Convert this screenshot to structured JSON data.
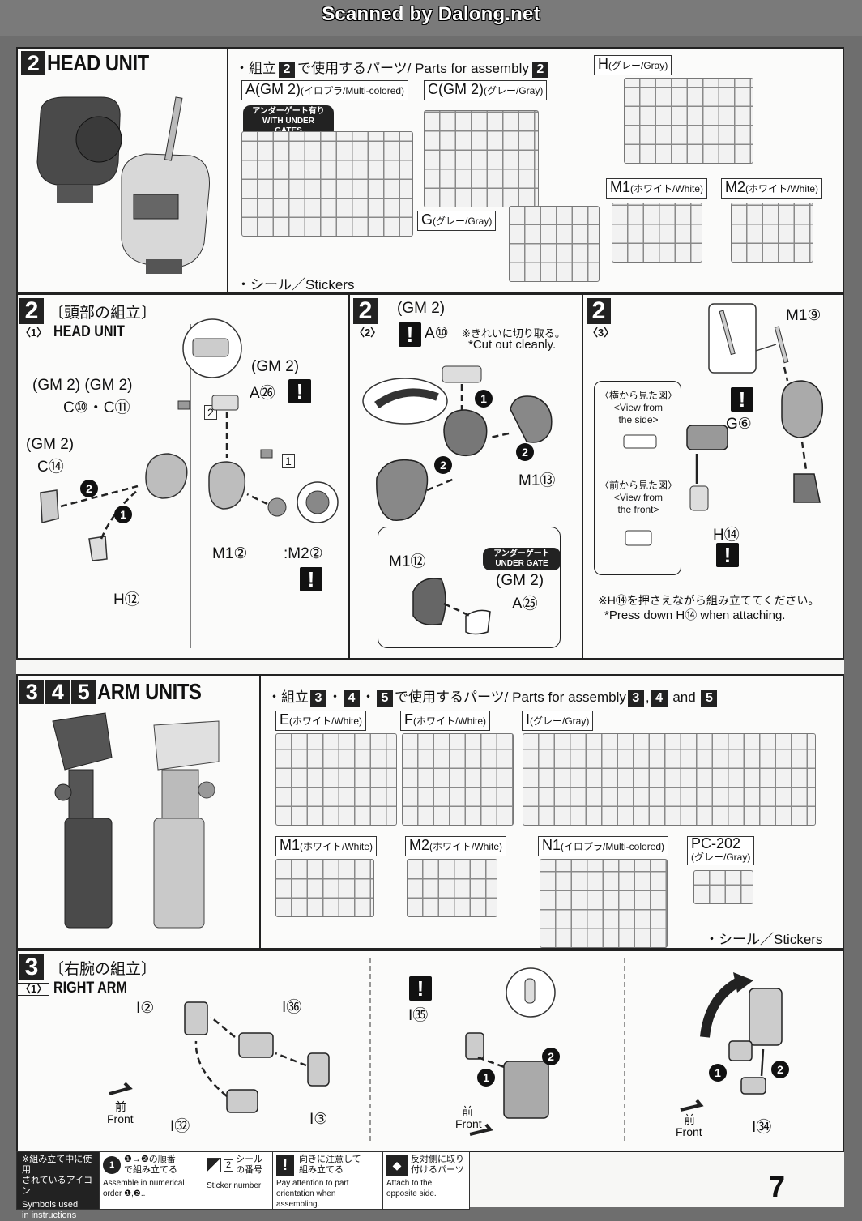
{
  "scan_credit": "Scanned by Dalong.net",
  "head_unit": {
    "number": "2",
    "title": "HEAD UNIT",
    "parts_header": "・組立",
    "parts_header_tail": "で使用するパーツ/ Parts for assembly",
    "runners": [
      {
        "code": "A(GM 2)",
        "sub": "(イロプラ/Multi-colored)"
      },
      {
        "code": "C(GM 2)",
        "sub": "(グレー/Gray)"
      },
      {
        "code": "H",
        "sub": "(グレー/Gray)"
      },
      {
        "code": "M1",
        "sub": "(ホワイト/White)"
      },
      {
        "code": "M2",
        "sub": "(ホワイト/White)"
      },
      {
        "code": "G",
        "sub": "(グレー/Gray)"
      }
    ],
    "under_gate_badge": [
      "アンダーゲート有り",
      "WITH UNDER GATES"
    ],
    "stickers": "・シール／Stickers"
  },
  "step2": {
    "number": "2",
    "sub1": "〈1〉",
    "sub1_jp": "〔頭部の組立〕",
    "sub1_en": "HEAD UNIT",
    "sub2": "〈2〉",
    "sub3": "〈3〉",
    "labels": {
      "gm2": "(GM 2)",
      "gm2_double": "(GM 2) (GM 2)",
      "c10_c11": "C⑩・C⑪",
      "c14": "C⑭",
      "h12": "H⑫",
      "a26": "A㉖",
      "m1_m2": "M1②",
      "m2_2": ":M2②",
      "sticker2": "2",
      "sticker1": "1",
      "a10": "A⑩",
      "cut_jp": "※きれいに切り取る。",
      "cut_en": "*Cut out cleanly.",
      "m1_13": "M1⑬",
      "m1_12": "M1⑫",
      "under_gate": [
        "アンダーゲート",
        "UNDER GATE"
      ],
      "a25": "A㉕",
      "m1_9": "M1⑨",
      "side_view": [
        "〈横から見た図〉",
        "<View from",
        "the side>"
      ],
      "front_view": [
        "〈前から見た図〉",
        "<View from",
        "the front>"
      ],
      "g6": "G⑥",
      "h14": "H⑭",
      "press_jp": "※H⑭を押さえながら組み立ててください。",
      "press_en": "*Press down H⑭ when attaching."
    }
  },
  "arm_units": {
    "numbers": [
      "3",
      "4",
      "5"
    ],
    "title": "ARM UNITS",
    "parts_header": "・組立",
    "parts_header_mid": "で使用するパーツ/ Parts for assembly",
    "parts_header_and": "and",
    "runners": [
      {
        "code": "E",
        "sub": "(ホワイト/White)"
      },
      {
        "code": "F",
        "sub": "(ホワイト/White)"
      },
      {
        "code": "I",
        "sub": "(グレー/Gray)"
      },
      {
        "code": "M1",
        "sub": "(ホワイト/White)"
      },
      {
        "code": "M2",
        "sub": "(ホワイト/White)"
      },
      {
        "code": "N1",
        "sub": "(イロプラ/Multi-colored)"
      },
      {
        "code": "PC-202",
        "sub": "(グレー/Gray)"
      }
    ],
    "stickers": "・シール／Stickers"
  },
  "step3": {
    "number": "3",
    "sub1": "〈1〉",
    "jp": "〔右腕の組立〕",
    "en": "RIGHT ARM",
    "labels": {
      "i2": "I②",
      "i36": "I㊱",
      "i32": "I㉜",
      "i3": "I③",
      "i35": "I㉟",
      "i34": "I㉞",
      "front_jp": "前",
      "front_en": "Front"
    }
  },
  "legend": {
    "header": [
      "※組み立て中に使用",
      "されているアイコン",
      "Symbols used",
      "in instructions"
    ],
    "items": [
      {
        "jp": [
          "❶→❷の順番",
          "で組み立てる"
        ],
        "en": [
          "Assemble in numerical",
          "order ❶,❷.."
        ]
      },
      {
        "jp": [
          "シール",
          "の番号"
        ],
        "en": [
          "Sticker number"
        ]
      },
      {
        "jp": [
          "向きに注意して",
          "組み立てる"
        ],
        "en": [
          "Pay attention to part",
          "orientation when assembling."
        ]
      },
      {
        "jp": [
          "反対側に取り",
          "付けるパーツ"
        ],
        "en": [
          "Attach to the",
          "opposite side."
        ]
      }
    ]
  },
  "page_number": "7",
  "colors": {
    "ink": "#222222",
    "paper": "#f7f7f5",
    "background": "#6e6e6e"
  }
}
